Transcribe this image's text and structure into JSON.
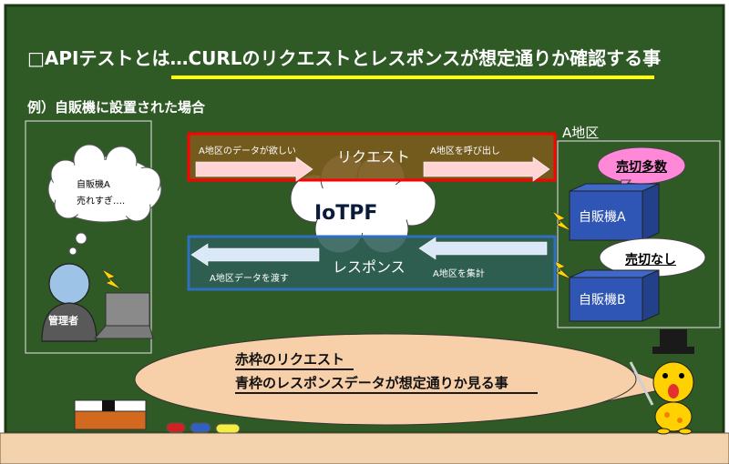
{
  "title": "□APIテストとは…CURLのリクエストとレスポンスが想定通りか確認する事",
  "example_label": "例）自販機に設置された場合",
  "area_label": "A地区",
  "request": {
    "label": "リクエスト",
    "left_note": "A地区のデータが欲しい",
    "right_note": "A地区を呼び出し"
  },
  "response": {
    "label": "レスポンス",
    "left_note": "A地区データを渡す",
    "right_note": "A地区を集計"
  },
  "platform": "IoTPF",
  "admin": {
    "thought_line1": "自販機A",
    "thought_line2": "売れすぎ….",
    "badge": "管理者"
  },
  "machines": [
    {
      "name": "自販機A",
      "status": "売切多数"
    },
    {
      "name": "自販機B",
      "status": "売切なし"
    }
  ],
  "speech": {
    "line1": "赤枠のリクエスト",
    "line2": "青枠のレスポンスデータが想定通りか見る事"
  },
  "colors": {
    "board": "#2f5a26",
    "request_border": "#ff0000",
    "request_fill": "#7a5a1c",
    "response_border": "#2f6fbf",
    "response_fill": "#2e5e56",
    "machine": "#2f55b5",
    "pink_badge": "#ff88d8",
    "speech_bubble": "#f7cfa8"
  }
}
